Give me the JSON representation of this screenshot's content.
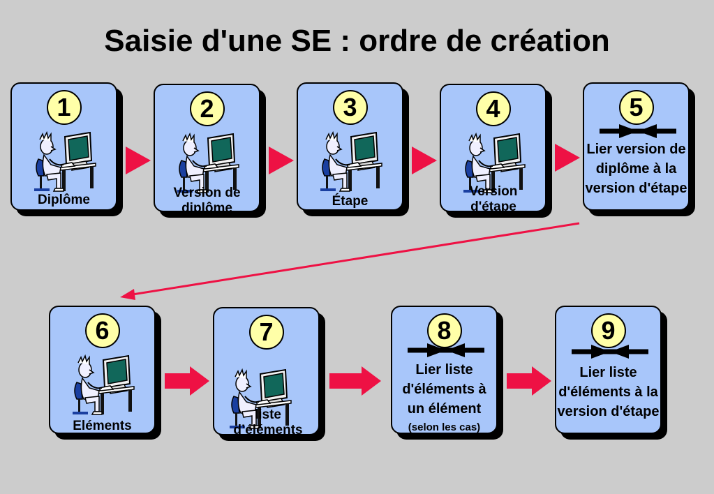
{
  "title": "Saisie d'une SE : ordre de création",
  "colors": {
    "card": "#a8c6fa",
    "badge": "#ffffa8",
    "arrow": "#ee1144"
  },
  "steps": [
    {
      "num": "1",
      "label": "Diplôme",
      "icon": "person-at-computer-icon"
    },
    {
      "num": "2",
      "label": "Version de diplôme",
      "icon": "person-at-computer-icon"
    },
    {
      "num": "3",
      "label": "Étape",
      "icon": "person-at-computer-icon"
    },
    {
      "num": "4",
      "label": "Version d'étape",
      "icon": "person-at-computer-icon"
    },
    {
      "num": "5",
      "label": "Lier version de diplôme à la version d'étape",
      "icon": "bowtie-link-icon"
    },
    {
      "num": "6",
      "label": "Eléments",
      "icon": "person-at-computer-icon"
    },
    {
      "num": "7",
      "label": "liste d’éléments",
      "icon": "person-at-computer-icon"
    },
    {
      "num": "8",
      "label": "Lier liste d'éléments à un élément",
      "note": "(selon les cas)",
      "icon": "bowtie-link-icon"
    },
    {
      "num": "9",
      "label": "Lier liste d'éléments à la version d'étape",
      "icon": "bowtie-link-icon"
    }
  ]
}
